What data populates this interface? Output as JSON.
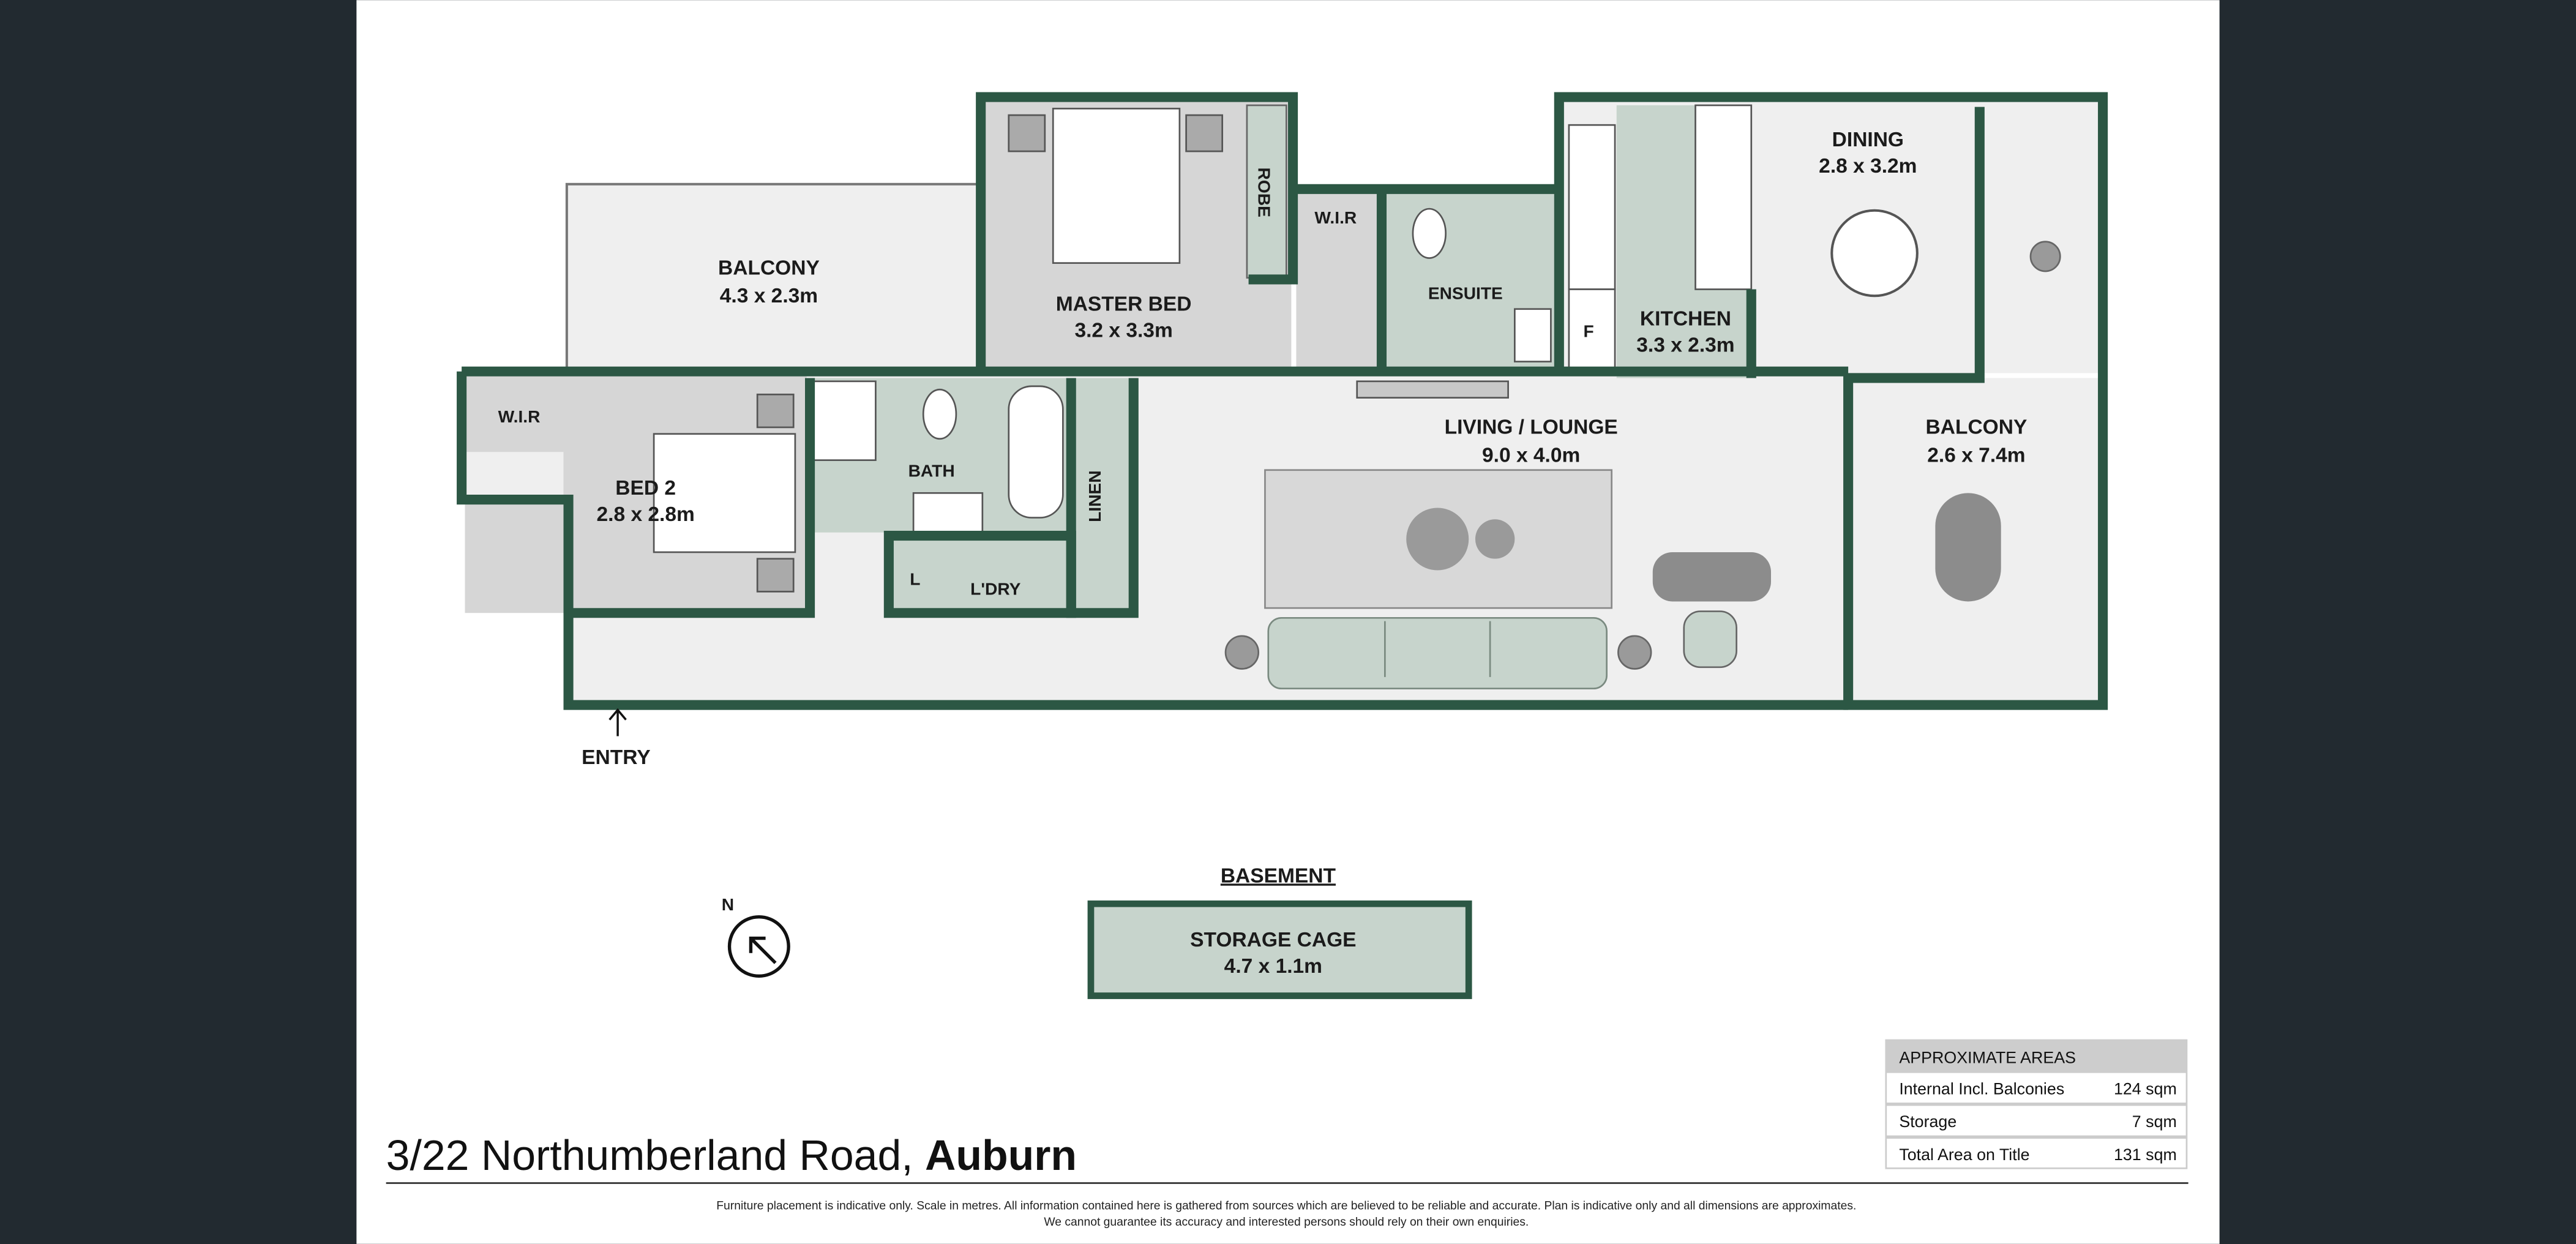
{
  "rooms": {
    "balcony_left": {
      "name": "BALCONY",
      "size": "4.3 x 2.3m"
    },
    "master_bed": {
      "name": "MASTER BED",
      "size": "3.2 x 3.3m"
    },
    "robe": "ROBE",
    "wir_master": "W.I.R",
    "ensuite": "ENSUITE",
    "kitchen": {
      "name": "KITCHEN",
      "size": "3.3 x 2.3m"
    },
    "fridge": "F",
    "dining": {
      "name": "DINING",
      "size": "2.8 x 3.2m"
    },
    "balcony_right": {
      "name": "BALCONY",
      "size": "2.6 x 7.4m"
    },
    "living": {
      "name": "LIVING / LOUNGE",
      "size": "9.0 x 4.0m"
    },
    "wir_bed2": "W.I.R",
    "bed2": {
      "name": "BED 2",
      "size": "2.8 x 2.8m"
    },
    "bath": "BATH",
    "linen": "LINEN",
    "l": "L",
    "laundry": "L'DRY",
    "entry": "ENTRY"
  },
  "basement": {
    "heading": "BASEMENT",
    "storage": {
      "name": "STORAGE CAGE",
      "size": "4.7 x 1.1m"
    }
  },
  "compass": "N",
  "address": {
    "street": "3/22 Northumberland Road, ",
    "suburb": "Auburn"
  },
  "areas": {
    "title": "APPROXIMATE AREAS",
    "rows": [
      {
        "label": "Internal Incl. Balconies",
        "value": "124 sqm"
      },
      {
        "label": "Storage",
        "value": "7 sqm"
      },
      {
        "label": "Total Area on Title",
        "value": "131 sqm"
      }
    ]
  },
  "disclaimer": [
    "Furniture placement is indicative only. Scale in metres. All information contained here is gathered from sources which are believed to be reliable and accurate. Plan is indicative only and all dimensions are approximates.",
    "We cannot guarantee its accuracy and interested persons should rely on their own enquiries."
  ],
  "colors": {
    "wall": "#2c5744",
    "room": "#c7d4cc",
    "floor": "#efefef",
    "background": "#222a30"
  }
}
